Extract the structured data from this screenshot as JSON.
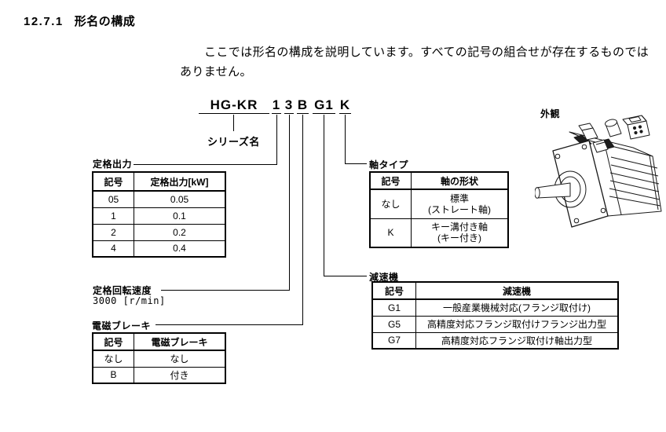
{
  "page": {
    "heading_number": "12.7.1",
    "heading_title": "形名の構成",
    "intro_line1": "ここでは形名の構成を説明しています。すべての記号の組合せが存在するものでは",
    "intro_line2": "ありません。"
  },
  "model_code": {
    "full": "HG-KR13BG1K",
    "segments": [
      "HG-KR",
      "1",
      "3",
      "B",
      "G1",
      "K"
    ],
    "series_label": "シリーズ名"
  },
  "sections": {
    "rated_output": {
      "label": "定格出力",
      "headers": [
        "記号",
        "定格出力[kW]"
      ],
      "rows": [
        [
          "05",
          "0.05"
        ],
        [
          "1",
          "0.1"
        ],
        [
          "2",
          "0.2"
        ],
        [
          "4",
          "0.4"
        ]
      ]
    },
    "rated_speed": {
      "label": "定格回転速度",
      "value": "3000 [r/min]"
    },
    "brake": {
      "label": "電磁ブレーキ",
      "headers": [
        "記号",
        "電磁ブレーキ"
      ],
      "rows": [
        [
          "なし",
          "なし"
        ],
        [
          "B",
          "付き"
        ]
      ]
    },
    "shaft": {
      "label": "軸タイプ",
      "headers": [
        "記号",
        "軸の形状"
      ],
      "rows": [
        [
          "なし",
          "標準",
          "(ストレート軸)"
        ],
        [
          "K",
          "キー溝付き軸",
          "(キー付き)"
        ]
      ]
    },
    "gear": {
      "label": "減速機",
      "headers": [
        "記号",
        "減速機"
      ],
      "rows": [
        [
          "G1",
          "一般産業機械対応(フランジ取付け)"
        ],
        [
          "G5",
          "高精度対応フランジ取付けフランジ出力型"
        ],
        [
          "G7",
          "高精度対応フランジ取付け軸出力型"
        ]
      ]
    },
    "appearance": {
      "label": "外観"
    }
  }
}
